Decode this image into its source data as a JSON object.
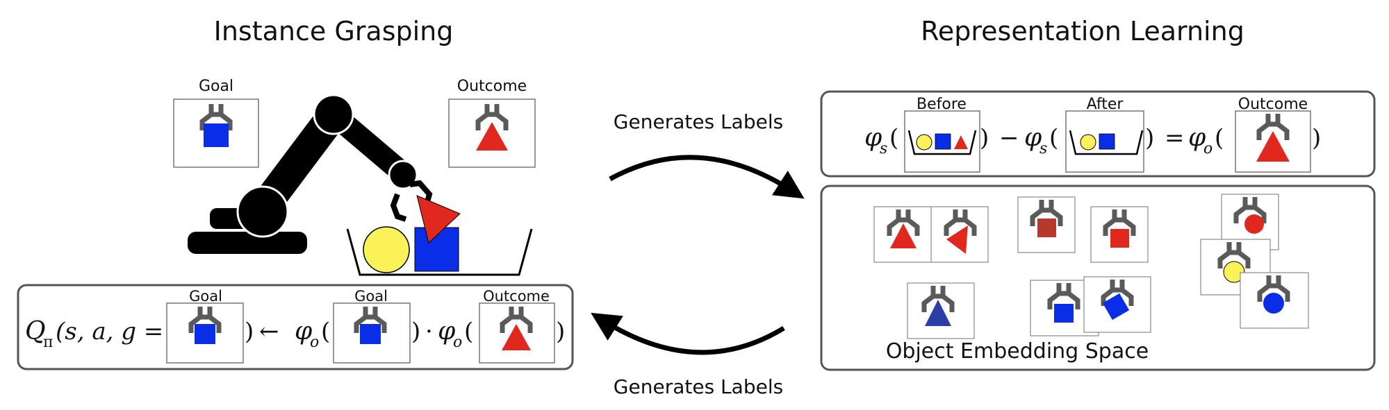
{
  "titles": {
    "left": "Instance Grasping",
    "right": "Representation Learning"
  },
  "labels": {
    "goal": "Goal",
    "outcome": "Outcome",
    "before": "Before",
    "after": "After",
    "generates_top": "Generates Labels",
    "generates_bottom": "Generates Labels",
    "embedding_space": "Object Embedding Space"
  },
  "equations": {
    "q_lhs": "Q",
    "q_sub": "π",
    "q_args": "(s, a, g =",
    "q_close": ")",
    "q_arrow": "←",
    "phi": "φ",
    "sub_o": "o",
    "sub_s": "s",
    "open_paren": "(",
    "close_paren": ")",
    "dot": "·",
    "minus": "−",
    "equals": "="
  },
  "colors": {
    "red": "#e0281e",
    "blue": "#0a2ee8",
    "yellow": "#fbf25a",
    "gripper": "#5a5a5a",
    "robot": "#000000",
    "frame": "#555555",
    "thin_frame": "#888888",
    "dark_red": "#b8382e",
    "navy": "#2a3ea6"
  }
}
